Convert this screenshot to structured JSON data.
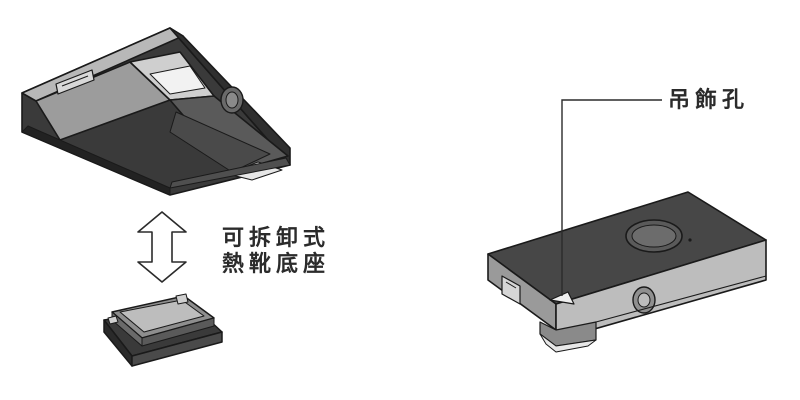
{
  "labels": {
    "detachable_mount_line1": "可拆卸式",
    "detachable_mount_line2": "熱靴底座",
    "lanyard_hole": "吊飾孔"
  },
  "colors": {
    "body_top": "#a7a7a7",
    "body_dark": "#3d3d3d",
    "body_mid": "#6e6e6e",
    "outline": "#1a1a1a",
    "accent_light": "#e9e9e9"
  }
}
